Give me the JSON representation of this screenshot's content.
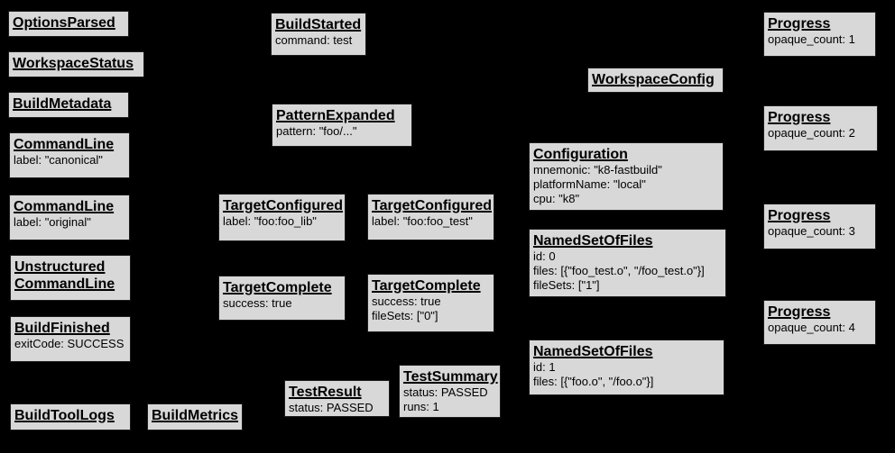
{
  "canvas": {
    "background_color": "#000000",
    "node_fill_color": "#d8d8d8",
    "node_border_color": "#1c1c1c",
    "text_color": "#000000"
  },
  "nodes": [
    {
      "title": "OptionsParsed",
      "lines": []
    },
    {
      "title": "WorkspaceStatus",
      "lines": []
    },
    {
      "title": "BuildMetadata",
      "lines": []
    },
    {
      "title": "CommandLine",
      "lines": [
        "label: \"canonical\""
      ]
    },
    {
      "title": "CommandLine",
      "lines": [
        "label: \"original\""
      ]
    },
    {
      "title": "Unstructured CommandLine",
      "lines": []
    },
    {
      "title": "BuildFinished",
      "lines": [
        "exitCode: SUCCESS"
      ]
    },
    {
      "title": "BuildToolLogs",
      "lines": []
    },
    {
      "title": "BuildMetrics",
      "lines": []
    },
    {
      "title": "BuildStarted",
      "lines": [
        "command: test"
      ]
    },
    {
      "title": "PatternExpanded",
      "lines": [
        "pattern: \"foo/...\""
      ]
    },
    {
      "title": "TargetConfigured",
      "lines": [
        "label: \"foo:foo_lib\""
      ]
    },
    {
      "title": "TargetConfigured",
      "lines": [
        "label: \"foo:foo_test\""
      ]
    },
    {
      "title": "TargetComplete",
      "lines": [
        "success: true"
      ]
    },
    {
      "title": "TargetComplete",
      "lines": [
        "success: true",
        "fileSets: [\"0\"]"
      ]
    },
    {
      "title": "TestResult",
      "lines": [
        "status: PASSED"
      ]
    },
    {
      "title": "TestSummary",
      "lines": [
        "status: PASSED",
        "runs: 1"
      ]
    },
    {
      "title": "WorkspaceConfig",
      "lines": []
    },
    {
      "title": "Configuration",
      "lines": [
        "mnemonic: \"k8-fastbuild\"",
        "platformName: \"local\"",
        "cpu: \"k8\""
      ]
    },
    {
      "title": "NamedSetOfFiles",
      "lines": [
        "id: 0",
        "files: [{\"foo_test.o\", \"/foo_test.o\"}]",
        "fileSets: [\"1\"]"
      ]
    },
    {
      "title": "NamedSetOfFiles",
      "lines": [
        "id: 1",
        "files: [{\"foo.o\", \"/foo.o\"}]"
      ]
    },
    {
      "title": "Progress",
      "lines": [
        "opaque_count: 1"
      ]
    },
    {
      "title": "Progress",
      "lines": [
        "opaque_count: 2"
      ]
    },
    {
      "title": "Progress",
      "lines": [
        "opaque_count: 3"
      ]
    },
    {
      "title": "Progress",
      "lines": [
        "opaque_count: 4"
      ]
    }
  ]
}
